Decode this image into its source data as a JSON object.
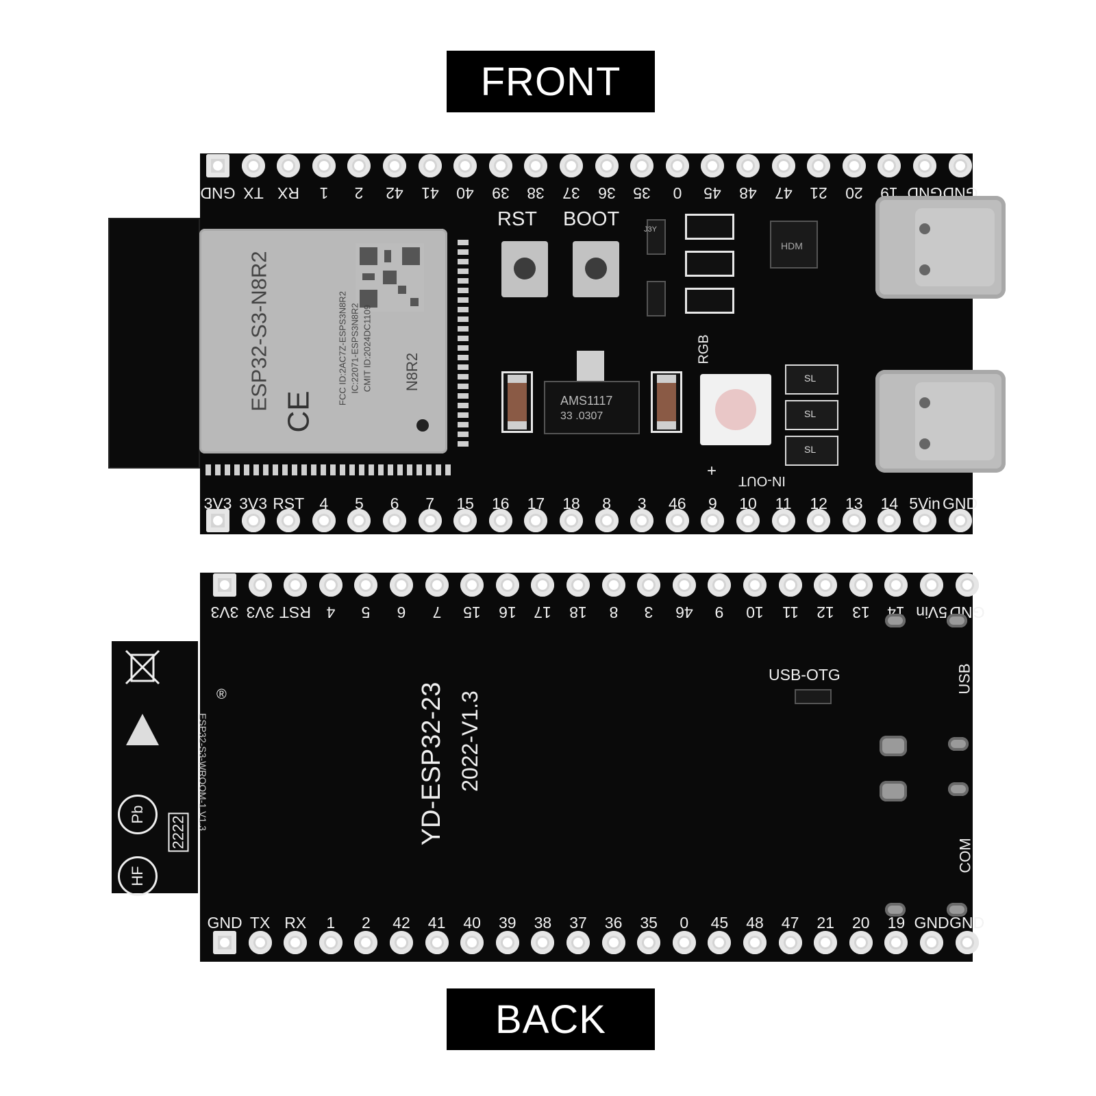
{
  "labels": {
    "front": "FRONT",
    "back": "BACK"
  },
  "front": {
    "top_pins": [
      "GND",
      "TX",
      "RX",
      "1",
      "2",
      "42",
      "41",
      "40",
      "39",
      "38",
      "37",
      "36",
      "35",
      "0",
      "45",
      "48",
      "47",
      "21",
      "20",
      "19",
      "GND",
      "GND"
    ],
    "bottom_pins": [
      "3V3",
      "3V3",
      "RST",
      "4",
      "5",
      "6",
      "7",
      "15",
      "16",
      "17",
      "18",
      "8",
      "3",
      "46",
      "9",
      "10",
      "11",
      "12",
      "13",
      "14",
      "5Vin",
      "GND"
    ],
    "module_name": "ESP32-S3-N8R2",
    "module_side": "N8R2",
    "module_text_lines": [
      "FCC ID:2AC7Z-ESPS3N8R2",
      "IC:22071-ESPS3N8R2",
      "CMIT ID:2024DC1109"
    ],
    "module_logo": "CE",
    "button_rst": "RST",
    "button_boot": "BOOT",
    "regulator_line1": "AMS1117",
    "regulator_line2": "33  .0307",
    "rgb_label": "RGB",
    "in_out_label": "IN-OUT",
    "plus_label": "+",
    "chip_label": "HDM",
    "diode_label": "SL",
    "small_marking": "J3Y"
  },
  "back": {
    "top_pins": [
      "3V3",
      "3V3",
      "RST",
      "4",
      "5",
      "6",
      "7",
      "15",
      "16",
      "17",
      "18",
      "8",
      "3",
      "46",
      "9",
      "10",
      "11",
      "12",
      "13",
      "14",
      "5Vin",
      "GND"
    ],
    "bottom_pins": [
      "GND",
      "TX",
      "RX",
      "1",
      "2",
      "42",
      "41",
      "40",
      "39",
      "38",
      "37",
      "36",
      "35",
      "0",
      "45",
      "48",
      "47",
      "21",
      "20",
      "19",
      "GND",
      "GND"
    ],
    "board_name": "YD-ESP32-23",
    "board_version": "2022-V1.3",
    "usb_otg_label": "USB-OTG",
    "usb_label": "USB",
    "com_label": "COM",
    "tab_text": "ESP32-S3-WROOM-1 V1.3",
    "tab_code": "2222",
    "hf_logo": "HF",
    "pb_logo": "Pb"
  },
  "colors": {
    "pcb": "#0a0a0a",
    "silkscreen": "#f0f0f0",
    "module": "#b9b9b9",
    "label_box": "#000000"
  }
}
